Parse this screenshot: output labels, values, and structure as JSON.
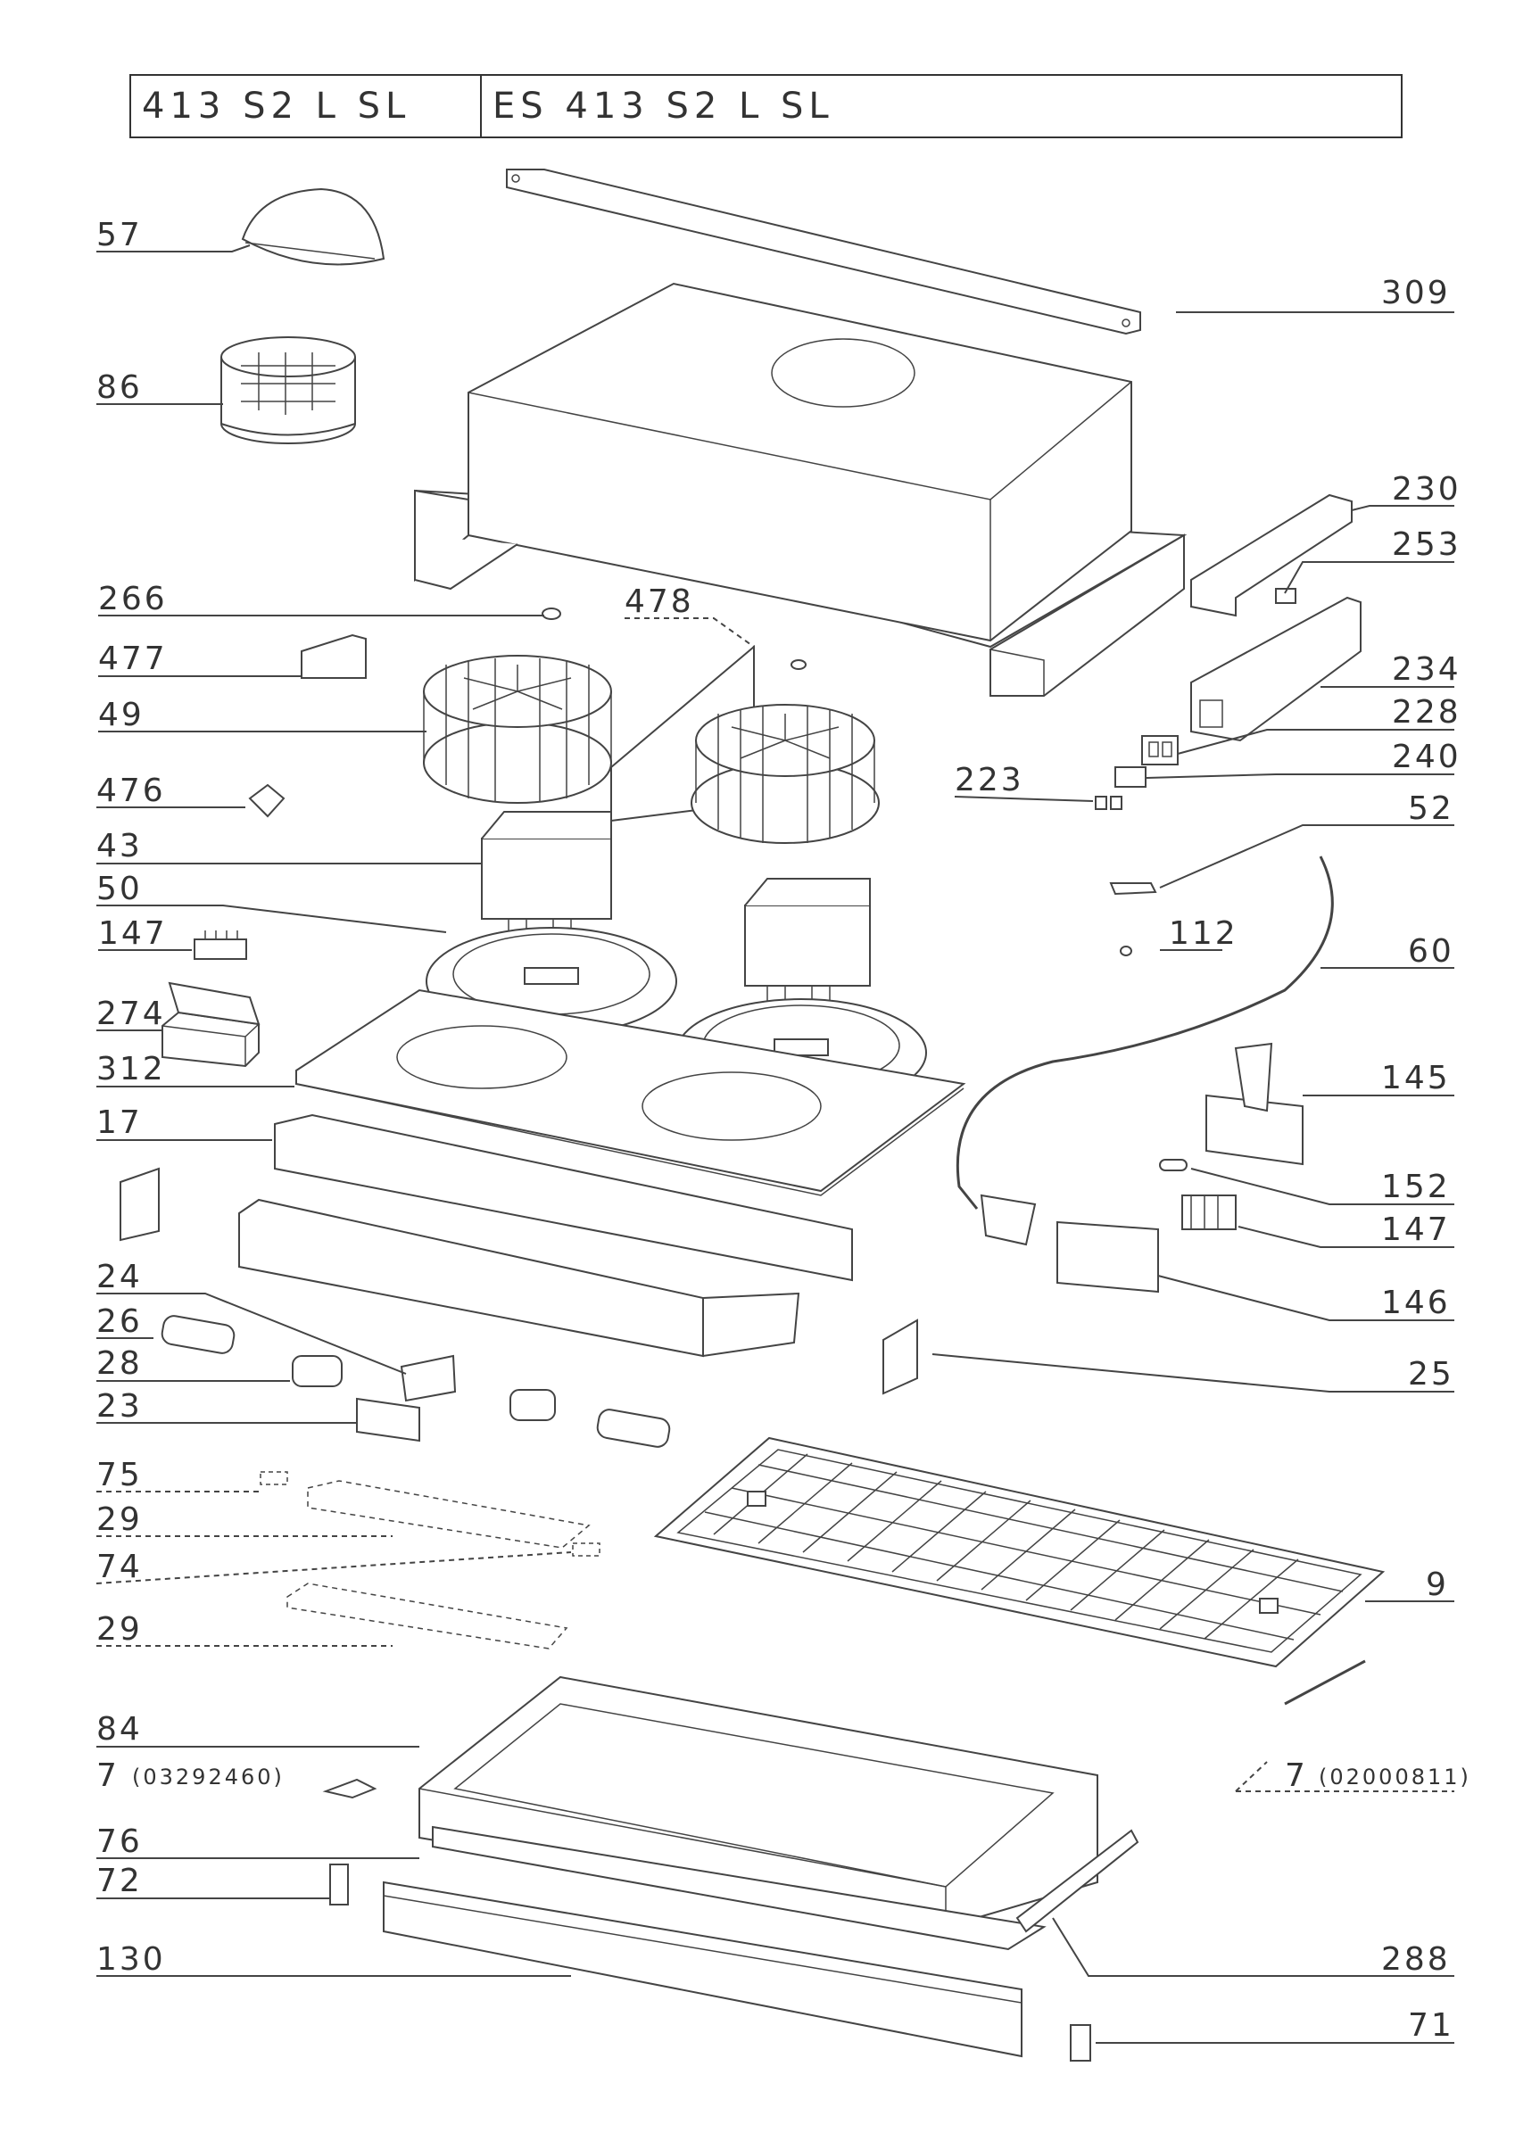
{
  "header": {
    "model": "413 S2 L SL",
    "model_es": "ES 413 S2 L SL"
  },
  "labels": {
    "p57": "57",
    "p86": "86",
    "p309": "309",
    "p230": "230",
    "p253": "253",
    "p266": "266",
    "p478": "478",
    "p477": "477",
    "p49": "49",
    "p234": "234",
    "p228": "228",
    "p240": "240",
    "p476": "476",
    "p223": "223",
    "p43": "43",
    "p52": "52",
    "p50": "50",
    "p147a": "147",
    "p112": "112",
    "p60": "60",
    "p274": "274",
    "p312": "312",
    "p145": "145",
    "p17": "17",
    "p152": "152",
    "p147b": "147",
    "p146": "146",
    "p24": "24",
    "p26": "26",
    "p28": "28",
    "p25": "25",
    "p23": "23",
    "p75": "75",
    "p29a": "29",
    "p74": "74",
    "p9": "9",
    "p29b": "29",
    "p84": "84",
    "p7a": "7",
    "p7a_code": "(03292460)",
    "p7b": "7",
    "p7b_code": "(02000811)",
    "p76": "76",
    "p72": "72",
    "p288": "288",
    "p130": "130",
    "p71": "71"
  },
  "colors": {
    "line": "#444444",
    "text": "#333333",
    "background": "#ffffff"
  }
}
